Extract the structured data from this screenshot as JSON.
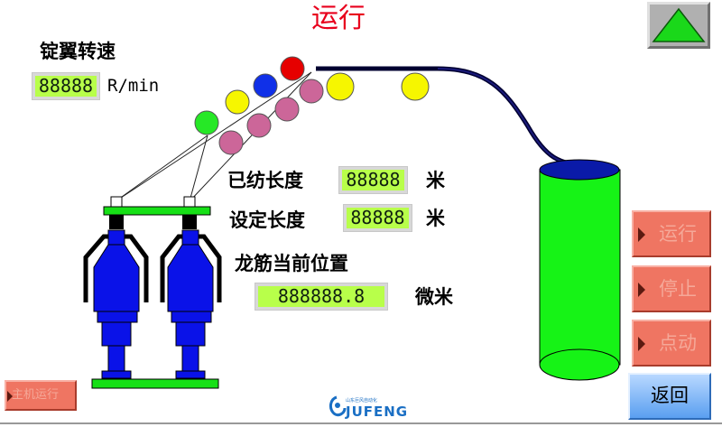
{
  "header": {
    "title": "运行"
  },
  "spindle_speed": {
    "label": "锭翼转速",
    "value": "88888",
    "unit": "R/min"
  },
  "spun_length": {
    "label": "已纺长度",
    "value": "88888",
    "unit": "米"
  },
  "set_length": {
    "label": "设定长度",
    "value": "88888",
    "unit": "米"
  },
  "rail_position": {
    "label": "龙筋当前位置",
    "value": "888888.8",
    "unit": "微米"
  },
  "buttons": {
    "run": "运行",
    "stop": "停止",
    "jog": "点动",
    "back": "返回",
    "host_running": "主机运行"
  },
  "logo": {
    "name": "JUFENG",
    "tagline": "山东巨风自动化"
  },
  "colors": {
    "title": "#e8001c",
    "value_bg": "#b8ff4a",
    "button_red": "#ef7562",
    "bobbin_blue": "#0a12e8",
    "can_green": "#16f316",
    "base_green": "#16e016"
  },
  "icons": {
    "top_right": "green-up-triangle-icon",
    "logo": "jufeng-logo-icon"
  }
}
